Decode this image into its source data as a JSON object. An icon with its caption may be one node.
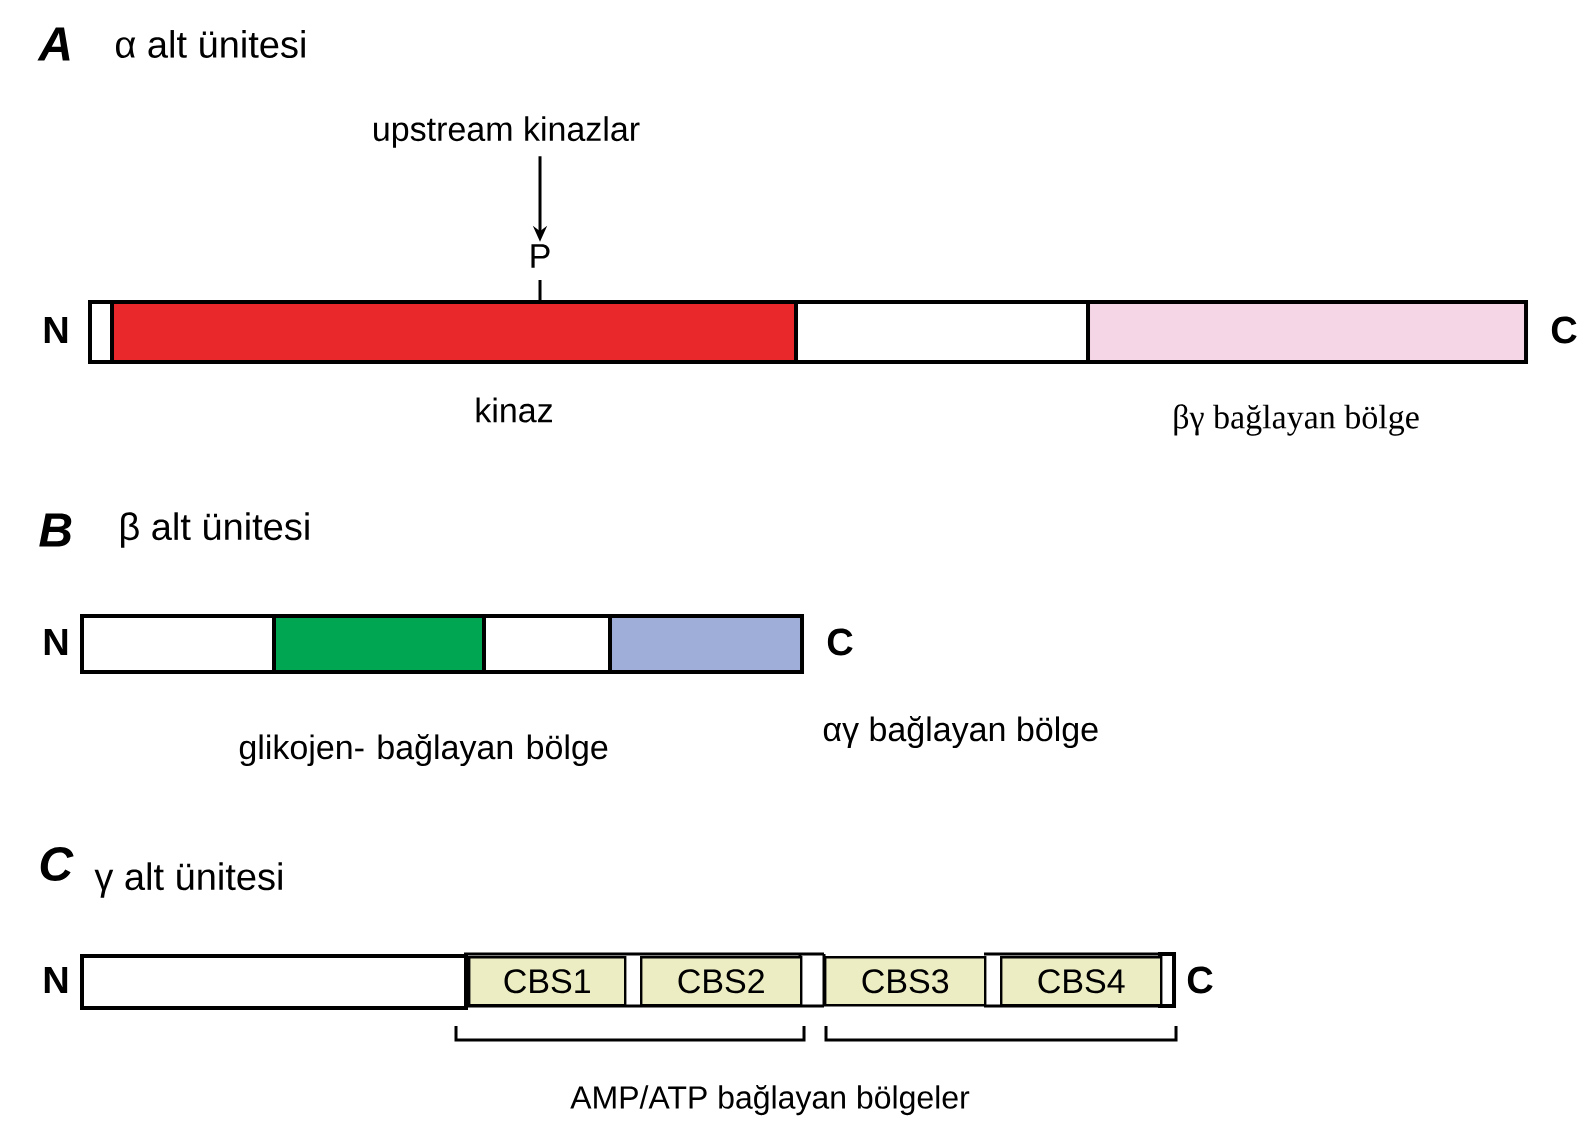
{
  "diagram": {
    "nodes": [
      {
        "text": [
          "upstream kinazlar"
        ]
      },
      {
        "text": [
          "P"
        ]
      },
      {
        "text": [],
        "shape": "bar"
      },
      {
        "text": [],
        "shape": "bar",
        "beside": [
          "kinaz"
        ]
      },
      {
        "text": [],
        "shape": "bar"
      },
      {
        "text": [],
        "shape": "bar",
        "beside": [
          "βγ bağlayan bölge"
        ]
      },
      {
        "text": [],
        "shape": "bar"
      },
      {
        "text": [],
        "shape": "bar",
        "beside": [
          "glikojen- bağlayan bölge"
        ]
      },
      {
        "text": [],
        "shape": "bar"
      },
      {
        "text": [],
        "shape": "bar",
        "beside": [
          "αγ bağlayan bölge"
        ]
      },
      {
        "text": [],
        "shape": "bar"
      },
      {
        "text": [
          "CBS1"
        ]
      },
      {
        "text": [
          "CBS2"
        ]
      },
      {
        "text": [
          "CBS3"
        ]
      },
      {
        "text": [
          "CBS4"
        ]
      }
    ],
    "edges": [
      {
        "from": 0,
        "to": 1,
        "arrow": "to"
      }
    ],
    "labels": [
      "A",
      "α alt ünitesi",
      "N",
      "C",
      "B",
      "β alt ünitesi",
      "N",
      "C",
      "C",
      "γ alt ünitesi",
      "N",
      "C",
      "AMP/ATP bağlayan bölgeler"
    ]
  }
}
